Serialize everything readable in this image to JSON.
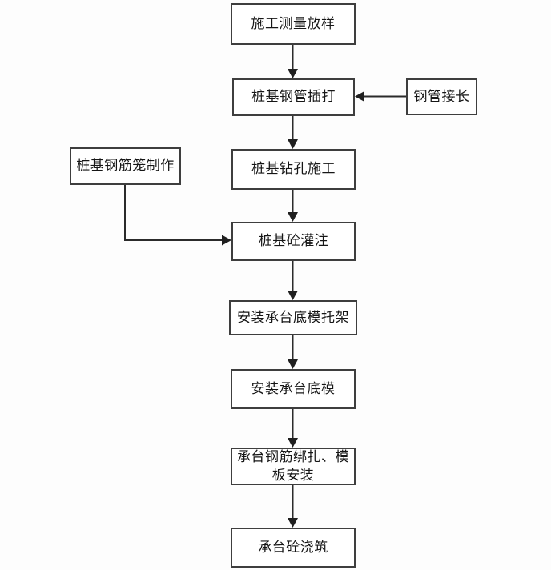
{
  "diagram": {
    "colors": {
      "background": "#fdfdfd",
      "box_fill": "#ffffff",
      "box_border": "#3e3e3e",
      "arrow": "#2b2b2b",
      "text": "#161616"
    },
    "nodes": {
      "survey": {
        "label": "施工测量放样"
      },
      "pipe_driving": {
        "label": "桩基钢管插打"
      },
      "pipe_extend": {
        "label": "钢管接长"
      },
      "drilling": {
        "label": "桩基钻孔施工"
      },
      "rebar_cage": {
        "label": "桩基钢筋笼制作"
      },
      "pile_concrete": {
        "label": "桩基砼灌注"
      },
      "cap_bracket": {
        "label": "安装承台底模托架"
      },
      "cap_formwork": {
        "label": "安装承台底模"
      },
      "cap_rebar": {
        "label": "承台钢筋绑扎、模板安装"
      },
      "cap_pour": {
        "label": "承台砼浇筑"
      }
    }
  }
}
